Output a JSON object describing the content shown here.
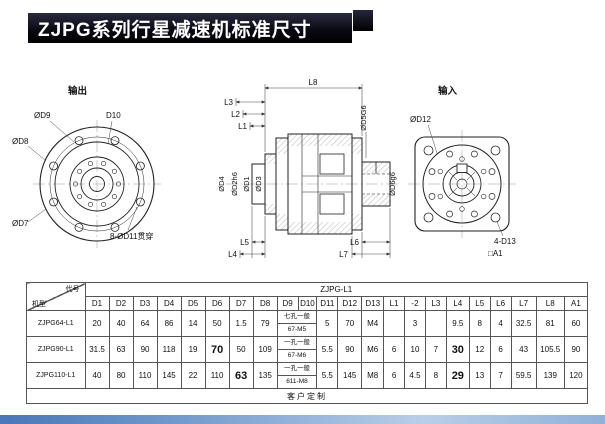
{
  "title": "ZJPG系列行星减速机标准尺寸",
  "colors": {
    "title_bg": "#0a0a16",
    "bottom_bar_blue": "#4a77b8",
    "line_color": "#222222"
  },
  "drawing": {
    "output_view_label": "输出",
    "input_view_label": "输入",
    "output_labels": {
      "d9": "ØD9",
      "d10": "D10",
      "d8": "ØD8",
      "d7": "ØD7",
      "d11_note": "8-ØD11贯穿"
    },
    "section_labels": {
      "l8": "L8",
      "l3": "L3",
      "l2": "L2",
      "l1": "L1",
      "l5": "L5",
      "l4": "L4",
      "l6": "L6",
      "l7": "L7",
      "d4": "ØD4",
      "d2": "ØD2h6",
      "d1": "ØD1",
      "d3": "ØD3",
      "d5": "ØD5G6",
      "d6": "ØD6g6"
    },
    "input_labels": {
      "d12": "ØD12",
      "d13_note": "4-D13",
      "a1": "□A1"
    }
  },
  "table": {
    "corner": {
      "top": "代号",
      "bottom": "机型"
    },
    "group_header": "ZJPG-L1",
    "columns": [
      "D1",
      "D2",
      "D3",
      "D4",
      "D5",
      "D6",
      "D7",
      "D8",
      "D9",
      "D10",
      "D11",
      "D12",
      "D13",
      "L1",
      "-2",
      "L3",
      "L4",
      "L5",
      "L6",
      "L7",
      "L8",
      "A1"
    ],
    "rows": [
      {
        "model": "ZJPG64-L1",
        "c": [
          "20",
          "40",
          "64",
          "86",
          "14",
          "50",
          "1.5",
          "79"
        ],
        "hole1": "七孔一般",
        "hole2": "67-M5",
        "e": [
          "5",
          "70",
          "M4",
          "",
          "3",
          "",
          "9.5",
          "8",
          "4",
          "32.5",
          "81",
          "60"
        ]
      },
      {
        "model": "ZJPG90-L1",
        "c": [
          "31.5",
          "63",
          "90",
          "118",
          "19",
          "70",
          "50",
          "109"
        ],
        "hole1": "一孔一般",
        "hole2": "67-M6",
        "e": [
          "5.5",
          "90",
          "M6",
          "6",
          "10",
          "7",
          "30",
          "12",
          "6",
          "43",
          "105.5",
          "90"
        ]
      },
      {
        "model": "ZJPG110-L1",
        "c": [
          "40",
          "80",
          "110",
          "145",
          "22",
          "110",
          "63",
          "135"
        ],
        "hole1": "一孔一般",
        "hole2": "611-M8",
        "e": [
          "5.5",
          "145",
          "M8",
          "6",
          "4.5",
          "8",
          "29",
          "13",
          "7",
          "59.5",
          "139",
          "120"
        ]
      }
    ],
    "footer": "客户定制"
  }
}
